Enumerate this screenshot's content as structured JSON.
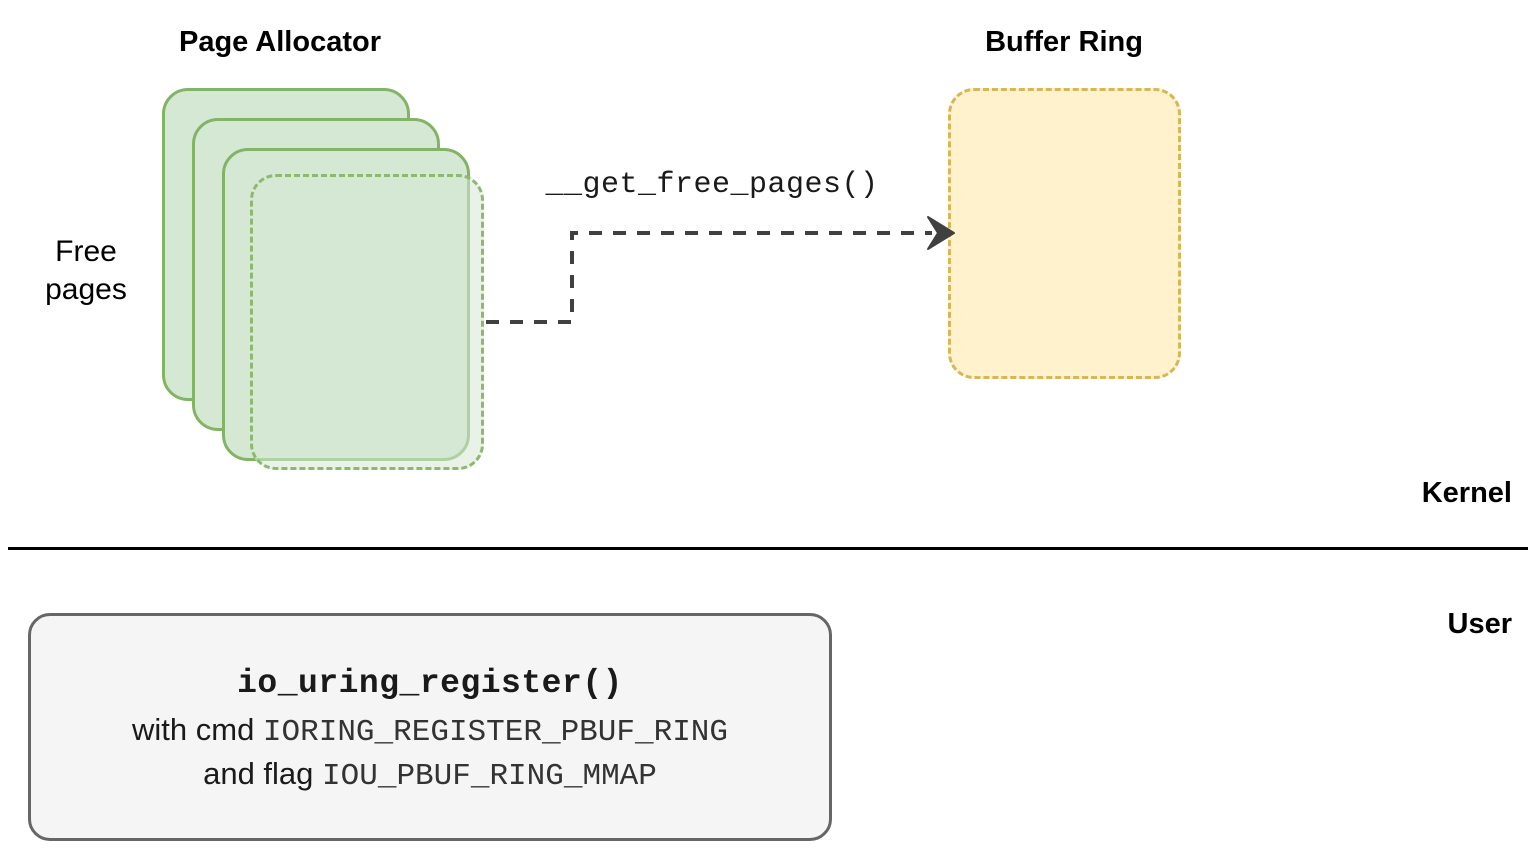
{
  "diagram": {
    "title_page_allocator": "Page Allocator",
    "title_buffer_ring": "Buffer Ring",
    "free_pages_label": "Free\npages",
    "kernel_label": "Kernel",
    "user_label": "User",
    "arrow_label": "__get_free_pages()",
    "syscall_box": {
      "line1": "io_uring_register()",
      "line2_prefix": "with cmd ",
      "line2_mono": "IORING_REGISTER_PBUF_RING",
      "line3_prefix": "and flag ",
      "line3_mono": "IOU_PBUF_RING_MMAP"
    },
    "colors": {
      "page_fill": "#d5e8d4",
      "page_border": "#82b366",
      "buffer_fill": "#fff2cc",
      "buffer_border": "#d6b656",
      "syscall_fill": "#f5f5f5",
      "syscall_border": "#666666",
      "arrow": "#404040",
      "divider": "#000000"
    }
  }
}
